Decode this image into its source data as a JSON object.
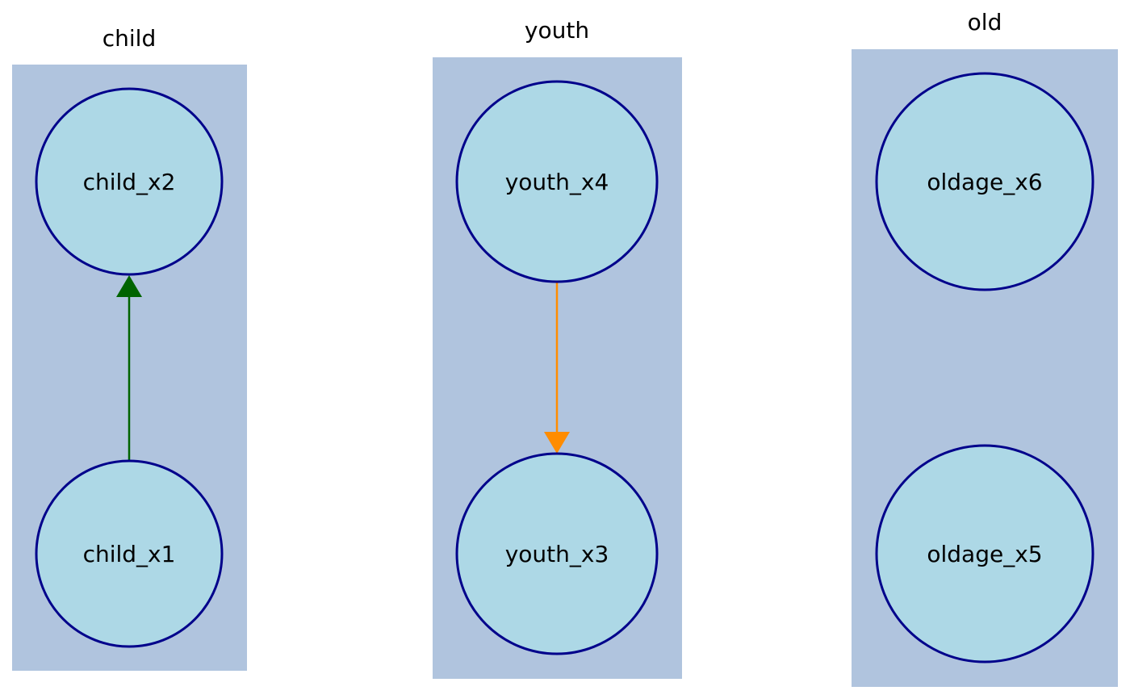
{
  "diagram": {
    "type": "graphviz-clustered-digraph",
    "colors": {
      "cluster_fill": "#b0c4de",
      "node_fill": "#add8e6",
      "node_stroke": "#00008b",
      "background": "#ffffff"
    },
    "clusters": [
      {
        "id": "child",
        "label": "child",
        "nodes": [
          {
            "id": "child_x2",
            "label": "child_x2"
          },
          {
            "id": "child_x1",
            "label": "child_x1"
          }
        ]
      },
      {
        "id": "youth",
        "label": "youth",
        "nodes": [
          {
            "id": "youth_x4",
            "label": "youth_x4"
          },
          {
            "id": "youth_x3",
            "label": "youth_x3"
          }
        ]
      },
      {
        "id": "old",
        "label": "old",
        "nodes": [
          {
            "id": "oldage_x6",
            "label": "oldage_x6"
          },
          {
            "id": "oldage_x5",
            "label": "oldage_x5"
          }
        ]
      }
    ],
    "edges": [
      {
        "from": "child_x1",
        "to": "child_x2",
        "color": "#006400"
      },
      {
        "from": "youth_x4",
        "to": "youth_x3",
        "color": "#ff8c00"
      }
    ]
  }
}
